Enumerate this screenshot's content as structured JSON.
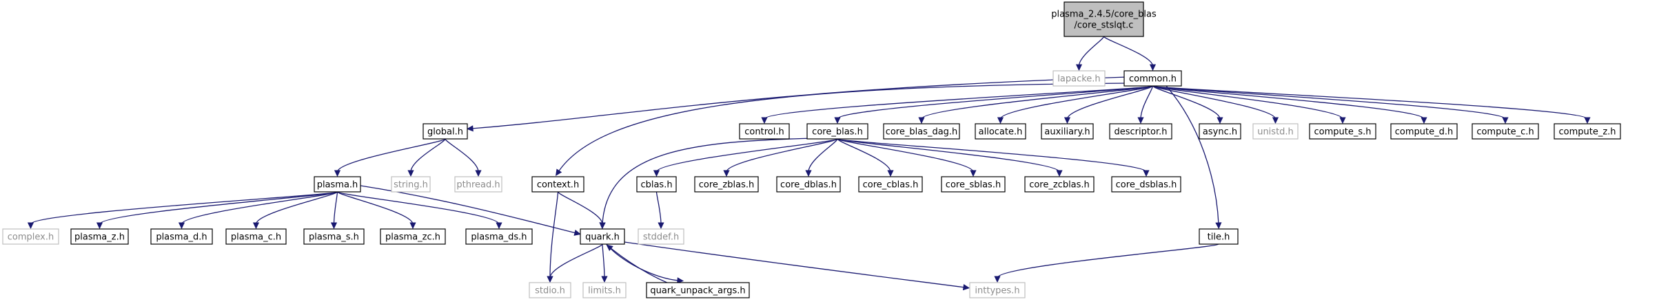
{
  "graph": {
    "nodes": [
      {
        "id": "root",
        "label": "plasma_2.4.5/core_blas\n/core_stslqt.c",
        "kind": "root"
      },
      {
        "id": "lapacke",
        "label": "lapacke.h",
        "kind": "ext"
      },
      {
        "id": "common",
        "label": "common.h",
        "kind": "doc"
      },
      {
        "id": "global",
        "label": "global.h",
        "kind": "doc"
      },
      {
        "id": "context",
        "label": "context.h",
        "kind": "doc"
      },
      {
        "id": "control",
        "label": "control.h",
        "kind": "doc"
      },
      {
        "id": "core_blas",
        "label": "core_blas.h",
        "kind": "doc"
      },
      {
        "id": "core_blas_dag",
        "label": "core_blas_dag.h",
        "kind": "doc"
      },
      {
        "id": "allocate",
        "label": "allocate.h",
        "kind": "doc"
      },
      {
        "id": "auxiliary",
        "label": "auxiliary.h",
        "kind": "doc"
      },
      {
        "id": "descriptor",
        "label": "descriptor.h",
        "kind": "doc"
      },
      {
        "id": "async",
        "label": "async.h",
        "kind": "doc"
      },
      {
        "id": "unistd",
        "label": "unistd.h",
        "kind": "ext"
      },
      {
        "id": "compute_s",
        "label": "compute_s.h",
        "kind": "doc"
      },
      {
        "id": "compute_d",
        "label": "compute_d.h",
        "kind": "doc"
      },
      {
        "id": "compute_c",
        "label": "compute_c.h",
        "kind": "doc"
      },
      {
        "id": "compute_z",
        "label": "compute_z.h",
        "kind": "doc"
      },
      {
        "id": "plasma",
        "label": "plasma.h",
        "kind": "doc"
      },
      {
        "id": "string",
        "label": "string.h",
        "kind": "ext"
      },
      {
        "id": "pthread",
        "label": "pthread.h",
        "kind": "ext"
      },
      {
        "id": "complex",
        "label": "complex.h",
        "kind": "ext"
      },
      {
        "id": "plasma_z",
        "label": "plasma_z.h",
        "kind": "doc"
      },
      {
        "id": "plasma_d",
        "label": "plasma_d.h",
        "kind": "doc"
      },
      {
        "id": "plasma_c",
        "label": "plasma_c.h",
        "kind": "doc"
      },
      {
        "id": "plasma_s",
        "label": "plasma_s.h",
        "kind": "doc"
      },
      {
        "id": "plasma_zc",
        "label": "plasma_zc.h",
        "kind": "doc"
      },
      {
        "id": "plasma_ds",
        "label": "plasma_ds.h",
        "kind": "doc"
      },
      {
        "id": "quark",
        "label": "quark.h",
        "kind": "doc"
      },
      {
        "id": "stdio",
        "label": "stdio.h",
        "kind": "ext"
      },
      {
        "id": "limits",
        "label": "limits.h",
        "kind": "ext"
      },
      {
        "id": "quark_unpack",
        "label": "quark_unpack_args.h",
        "kind": "doc"
      },
      {
        "id": "inttypes",
        "label": "inttypes.h",
        "kind": "ext"
      },
      {
        "id": "tile",
        "label": "tile.h",
        "kind": "doc"
      },
      {
        "id": "cblas",
        "label": "cblas.h",
        "kind": "doc"
      },
      {
        "id": "stddef",
        "label": "stddef.h",
        "kind": "ext"
      },
      {
        "id": "core_zblas",
        "label": "core_zblas.h",
        "kind": "doc"
      },
      {
        "id": "core_dblas",
        "label": "core_dblas.h",
        "kind": "doc"
      },
      {
        "id": "core_cblas",
        "label": "core_cblas.h",
        "kind": "doc"
      },
      {
        "id": "core_sblas",
        "label": "core_sblas.h",
        "kind": "doc"
      },
      {
        "id": "core_zcblas",
        "label": "core_zcblas.h",
        "kind": "doc"
      },
      {
        "id": "core_dsblas",
        "label": "core_dsblas.h",
        "kind": "doc"
      }
    ],
    "edges": [
      [
        "root",
        "lapacke"
      ],
      [
        "root",
        "common"
      ],
      [
        "common",
        "global"
      ],
      [
        "common",
        "context"
      ],
      [
        "common",
        "control"
      ],
      [
        "common",
        "core_blas"
      ],
      [
        "common",
        "core_blas_dag"
      ],
      [
        "common",
        "allocate"
      ],
      [
        "common",
        "auxiliary"
      ],
      [
        "common",
        "descriptor"
      ],
      [
        "common",
        "async"
      ],
      [
        "common",
        "unistd"
      ],
      [
        "common",
        "compute_s"
      ],
      [
        "common",
        "compute_d"
      ],
      [
        "common",
        "compute_c"
      ],
      [
        "common",
        "compute_z"
      ],
      [
        "common",
        "tile"
      ],
      [
        "global",
        "plasma"
      ],
      [
        "global",
        "string"
      ],
      [
        "global",
        "pthread"
      ],
      [
        "plasma",
        "complex"
      ],
      [
        "plasma",
        "plasma_z"
      ],
      [
        "plasma",
        "plasma_d"
      ],
      [
        "plasma",
        "plasma_c"
      ],
      [
        "plasma",
        "plasma_s"
      ],
      [
        "plasma",
        "plasma_zc"
      ],
      [
        "plasma",
        "plasma_ds"
      ],
      [
        "plasma",
        "quark"
      ],
      [
        "context",
        "quark"
      ],
      [
        "context",
        "stdio"
      ],
      [
        "core_blas",
        "quark"
      ],
      [
        "core_blas",
        "cblas"
      ],
      [
        "core_blas",
        "core_zblas"
      ],
      [
        "core_blas",
        "core_dblas"
      ],
      [
        "core_blas",
        "core_cblas"
      ],
      [
        "core_blas",
        "core_sblas"
      ],
      [
        "core_blas",
        "core_zcblas"
      ],
      [
        "core_blas",
        "core_dsblas"
      ],
      [
        "cblas",
        "stddef"
      ],
      [
        "quark",
        "stdio"
      ],
      [
        "quark",
        "limits"
      ],
      [
        "quark",
        "quark_unpack"
      ],
      [
        "quark",
        "inttypes"
      ],
      [
        "quark_unpack",
        "quark"
      ],
      [
        "tile",
        "inttypes"
      ]
    ]
  }
}
